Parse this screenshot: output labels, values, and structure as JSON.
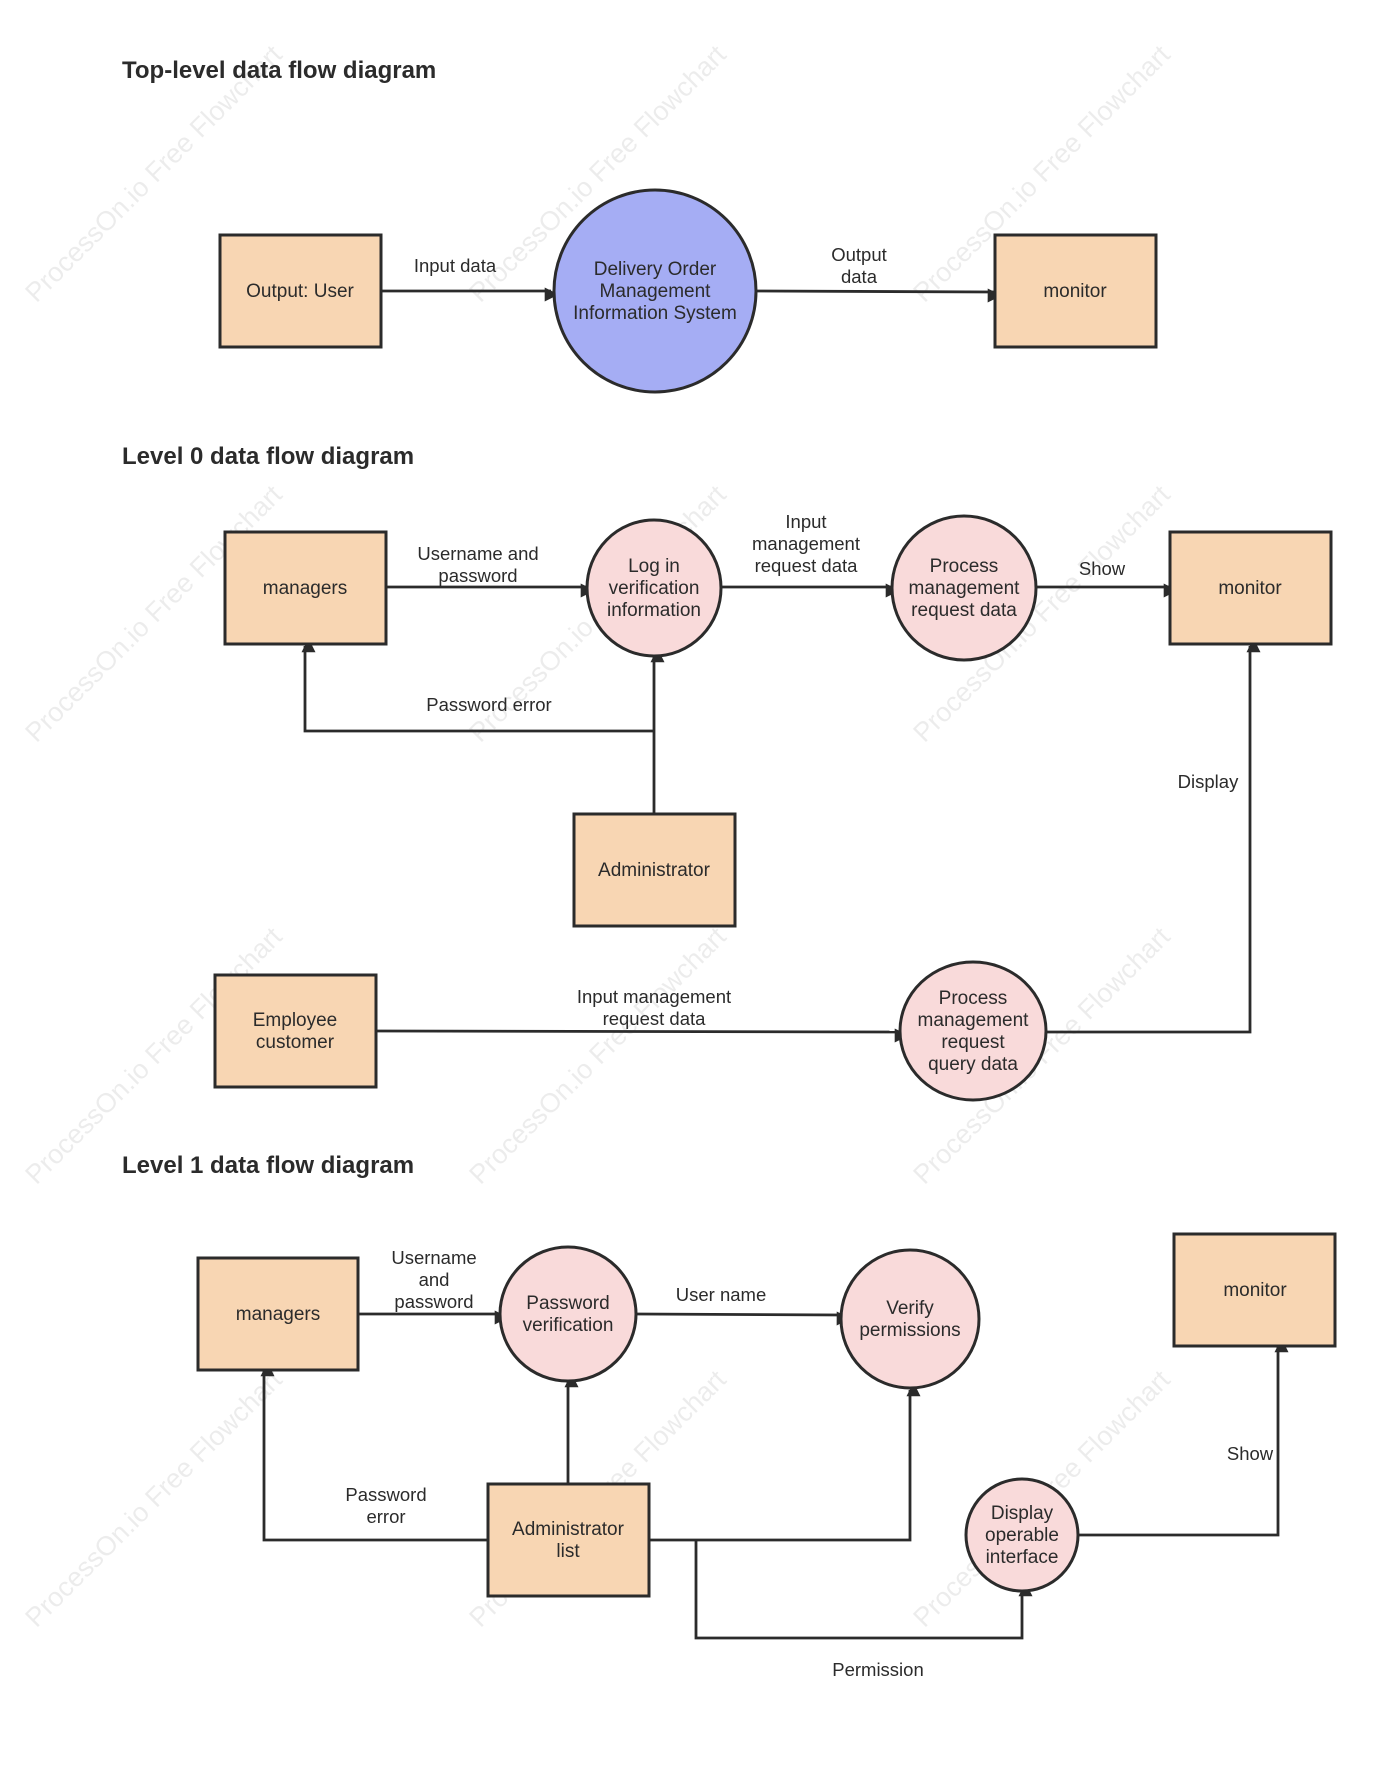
{
  "colors": {
    "external_entity": "#f8d6b3",
    "process": "#f9dada",
    "system": "#a5adf4",
    "stroke": "#2b2b2b"
  },
  "watermark": "ProcessOn.io Free Flowchart",
  "sections": {
    "top": {
      "title": "Top-level data flow diagram",
      "nodes": {
        "user": [
          "Output: User"
        ],
        "system": [
          "Delivery Order",
          "Management",
          "Information System"
        ],
        "monitor": [
          "monitor"
        ]
      },
      "flows": {
        "input": [
          "Input data"
        ],
        "output": [
          "Output",
          "data"
        ]
      }
    },
    "level0": {
      "title": "Level 0 data flow diagram",
      "nodes": {
        "managers": [
          "managers"
        ],
        "login": [
          "Log in",
          "verification",
          "information"
        ],
        "process": [
          "Process",
          "management",
          "request data"
        ],
        "monitor": [
          "monitor"
        ],
        "admin": [
          "Administrator"
        ],
        "employee": [
          "Employee",
          "customer"
        ],
        "query": [
          "Process",
          "management",
          "request",
          "query data"
        ]
      },
      "flows": {
        "credentials": [
          "Username and",
          "password"
        ],
        "input_request": [
          "Input",
          "management",
          "request data"
        ],
        "show": [
          "Show"
        ],
        "password_error": [
          "Password error"
        ],
        "display": [
          "Display"
        ],
        "employee_input": [
          "Input management",
          "request data"
        ]
      }
    },
    "level1": {
      "title": "Level 1 data flow diagram",
      "nodes": {
        "managers": [
          "managers"
        ],
        "pwverify": [
          "Password",
          "verification"
        ],
        "verifyperm": [
          "Verify",
          "permissions"
        ],
        "monitor": [
          "monitor"
        ],
        "adminlist": [
          "Administrator",
          "list"
        ],
        "display": [
          "Display",
          "operable",
          "interface"
        ]
      },
      "flows": {
        "credentials": [
          "Username",
          "and",
          "password"
        ],
        "username": [
          "User name"
        ],
        "password_error": [
          "Password",
          "error"
        ],
        "show": [
          "Show"
        ],
        "permission": [
          "Permission"
        ]
      }
    }
  }
}
